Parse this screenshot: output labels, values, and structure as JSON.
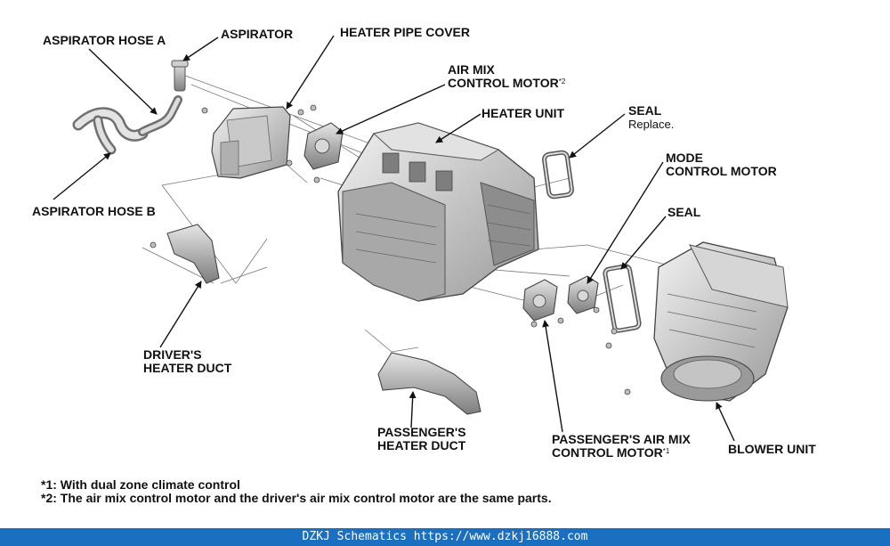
{
  "labels": {
    "aspirator_hose_a": "ASPIRATOR HOSE A",
    "aspirator": "ASPIRATOR",
    "heater_pipe_cover": "HEATER PIPE COVER",
    "air_mix_motor_line1": "AIR MIX",
    "air_mix_motor_line2": "CONTROL MOTOR",
    "air_mix_motor_mark": "*2",
    "heater_unit": "HEATER UNIT",
    "seal_top": "SEAL",
    "seal_top_sub": "Replace.",
    "mode_motor_line1": "MODE",
    "mode_motor_line2": "CONTROL MOTOR",
    "seal_mid": "SEAL",
    "aspirator_hose_b": "ASPIRATOR HOSE B",
    "drivers_duct_line1": "DRIVER'S",
    "drivers_duct_line2": "HEATER DUCT",
    "passengers_duct_line1": "PASSENGER'S",
    "passengers_duct_line2": "HEATER DUCT",
    "pass_motor_line1": "PASSENGER'S AIR MIX",
    "pass_motor_line2": "CONTROL MOTOR",
    "pass_motor_mark": "*1",
    "blower_unit": "BLOWER UNIT"
  },
  "notes": {
    "note1": "*1: With dual zone climate control",
    "note2": "*2: The air mix control motor and the driver's air mix control motor are the same parts."
  },
  "footer": "DZKJ Schematics https://www.dzkj16888.com"
}
